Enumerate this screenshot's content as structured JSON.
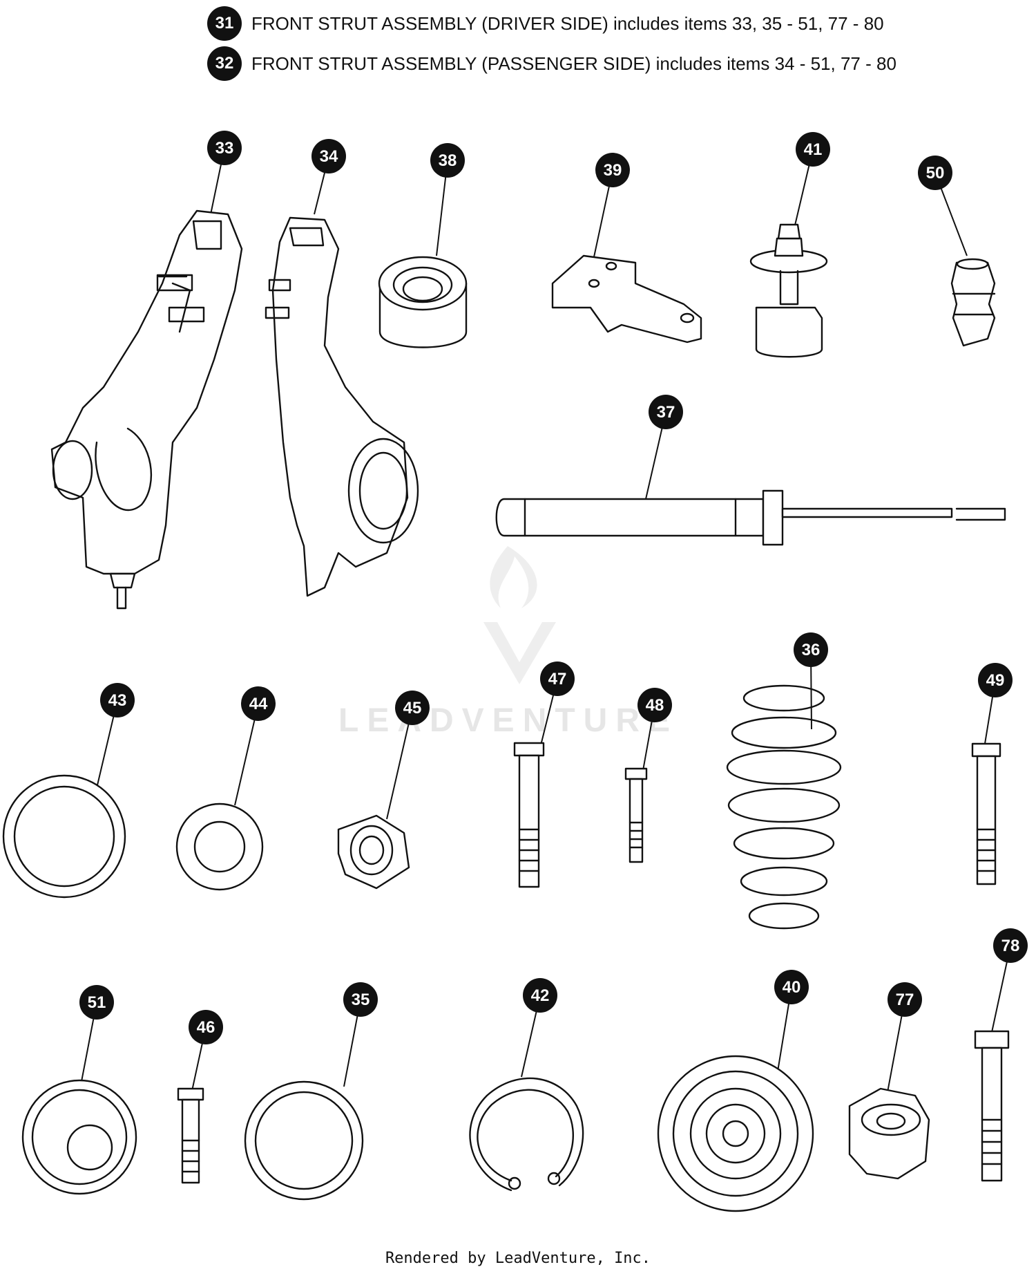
{
  "legend": [
    {
      "number": "31",
      "text": "FRONT STRUT ASSEMBLY (DRIVER SIDE) includes items 33, 35 - 51, 77 - 80"
    },
    {
      "number": "32",
      "text": "FRONT STRUT ASSEMBLY (PASSENGER SIDE) includes items 34 - 51, 77 - 80"
    }
  ],
  "callouts": [
    "33",
    "34",
    "38",
    "39",
    "41",
    "50",
    "37",
    "43",
    "44",
    "45",
    "47",
    "48",
    "36",
    "49",
    "51",
    "46",
    "35",
    "42",
    "40",
    "77",
    "78"
  ],
  "watermark": {
    "word": "LEADVENTURE"
  },
  "footer": {
    "text": "Rendered by LeadVenture, Inc."
  },
  "colors": {
    "ink": "#111111",
    "watermark": "#e6e6e6",
    "background": "#ffffff"
  }
}
